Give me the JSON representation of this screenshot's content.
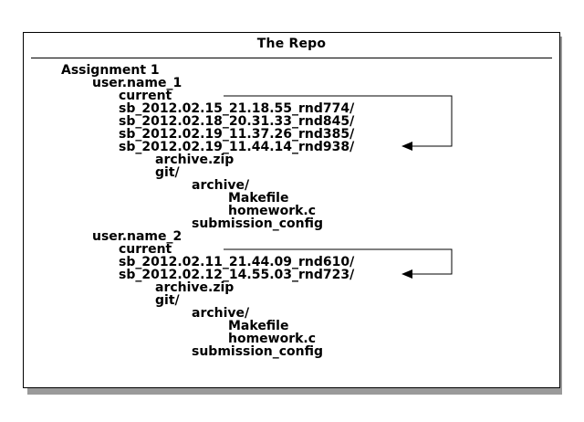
{
  "title": "The Repo",
  "tree": [
    "Assignment 1",
    "user.name_1",
    "current",
    "sb_2012.02.15_21.18.55_rnd774/",
    "sb_2012.02.18_20.31.33_rnd845/",
    "sb_2012.02.19_11.37.26_rnd385/",
    "sb_2012.02.19_11.44.14_rnd938/",
    "archive.zip",
    "git/",
    "archive/",
    "Makefile",
    "homework.c",
    "submission_config",
    "user.name_2",
    "current",
    "sb_2012.02.11_21.44.09_rnd610/",
    "sb_2012.02.12_14.55.03_rnd723/",
    "archive.zip",
    "git/",
    "archive/",
    "Makefile",
    "homework.c",
    "submission_config"
  ]
}
